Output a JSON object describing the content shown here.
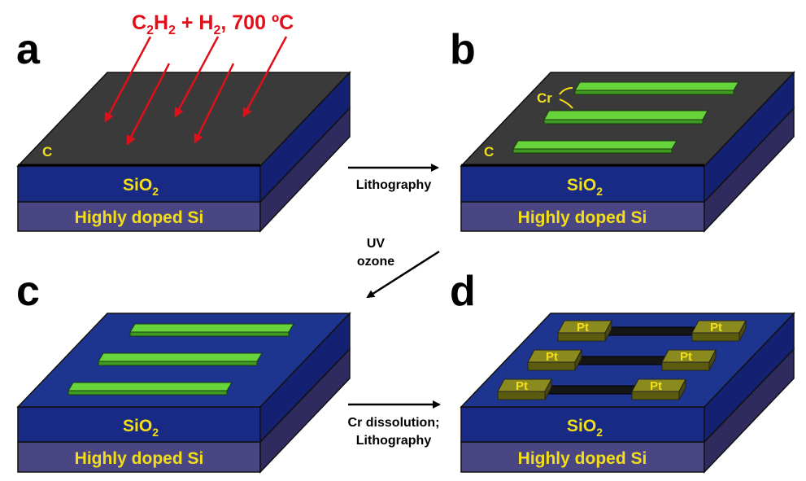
{
  "panels": {
    "a": {
      "letter": "a",
      "carbon_label": "C",
      "oxide_main": "SiO",
      "oxide_sub": "2",
      "silicon_label": "Highly doped Si"
    },
    "b": {
      "letter": "b",
      "carbon_label": "C",
      "chromium_label": "Cr",
      "oxide_main": "SiO",
      "oxide_sub": "2",
      "silicon_label": "Highly doped Si"
    },
    "c": {
      "letter": "c",
      "oxide_main": "SiO",
      "oxide_sub": "2",
      "silicon_label": "Highly doped Si"
    },
    "d": {
      "letter": "d",
      "pad_label": "Pt",
      "oxide_main": "SiO",
      "oxide_sub": "2",
      "silicon_label": "Highly doped Si"
    }
  },
  "growth": {
    "gas1": "C",
    "gas1_sub1": "2",
    "gas1_mid": "H",
    "gas1_sub2": "2",
    "plus": " + H",
    "gas2_sub": "2",
    "conditions": ", 700 ºC"
  },
  "steps": {
    "lithography": "Lithography",
    "uv_line1": "UV",
    "uv_line2": "ozone",
    "cr_line1": "Cr dissolution;",
    "cr_line2": "Lithography"
  },
  "colors": {
    "carbon_top": "#3a3a3a",
    "oxide_front": "#192a85",
    "oxide_top": "#1e3590",
    "silicon_front": "#4a4683",
    "chromium_strip": "#66d43a",
    "platinum_pad": "#8a8a1e",
    "text_yellow": "#f2df1a",
    "gas_red": "#e0101a"
  }
}
